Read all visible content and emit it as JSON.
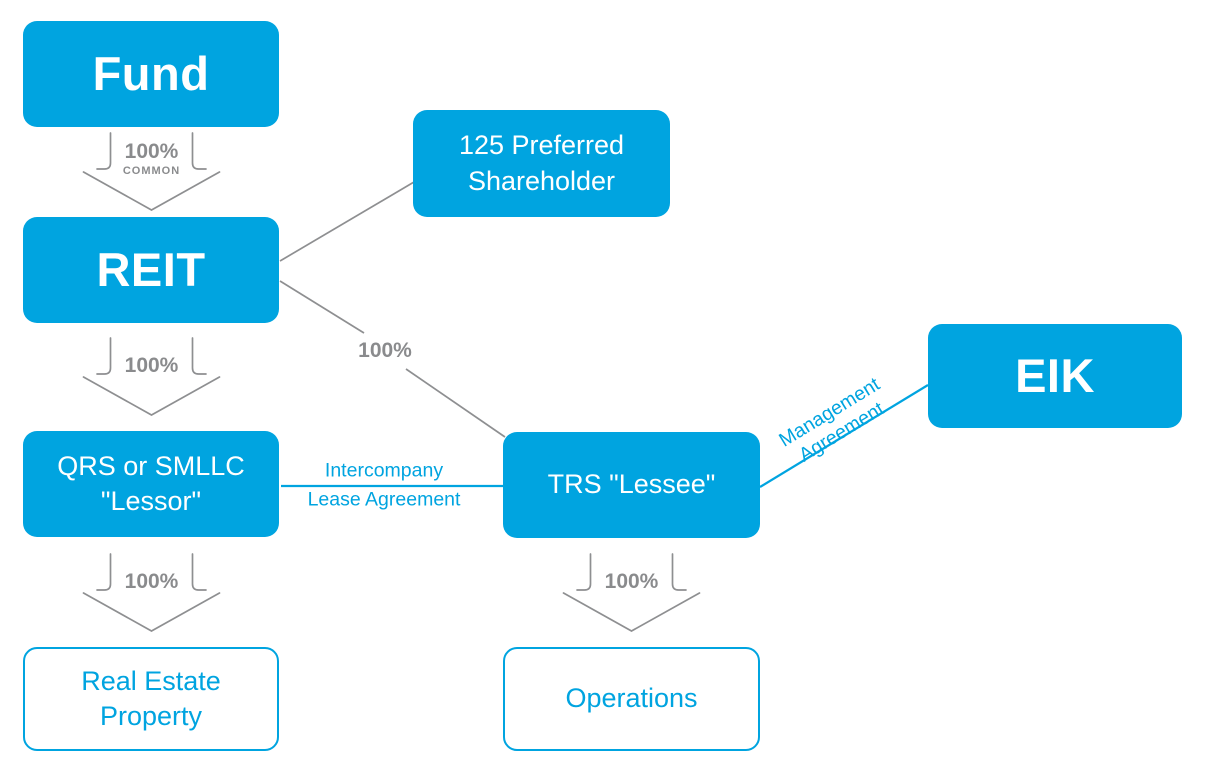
{
  "diagram": {
    "description": "REIT ownership structure diagram",
    "colors": {
      "brand_blue": "#00A4E0",
      "gray_line": "#8E8F91",
      "gray_text": "#8A8B8D",
      "box_text_white": "#FFFFFF"
    },
    "nodes": {
      "fund": {
        "label": "Fund"
      },
      "reit": {
        "label": "REIT"
      },
      "preferred": {
        "line1": "125 Preferred",
        "line2": "Shareholder"
      },
      "qrs": {
        "line1": "QRS or SMLLC",
        "line2": "\"Lessor\""
      },
      "trs": {
        "label": "TRS \"Lessee\""
      },
      "eik": {
        "label": "EIK"
      },
      "real_estate": {
        "line1": "Real Estate",
        "line2": "Property"
      },
      "operations": {
        "label": "Operations"
      }
    },
    "edges": {
      "fund_to_reit": {
        "pct": "100%",
        "sub": "COMMON"
      },
      "reit_to_qrs": {
        "pct": "100%"
      },
      "reit_to_trs": {
        "pct": "100%"
      },
      "qrs_to_real_estate": {
        "pct": "100%"
      },
      "trs_to_operations": {
        "pct": "100%"
      },
      "lease": {
        "line1": "Intercompany",
        "line2": "Lease Agreement"
      },
      "management": {
        "line1": "Management",
        "line2": "Agreement"
      }
    }
  }
}
